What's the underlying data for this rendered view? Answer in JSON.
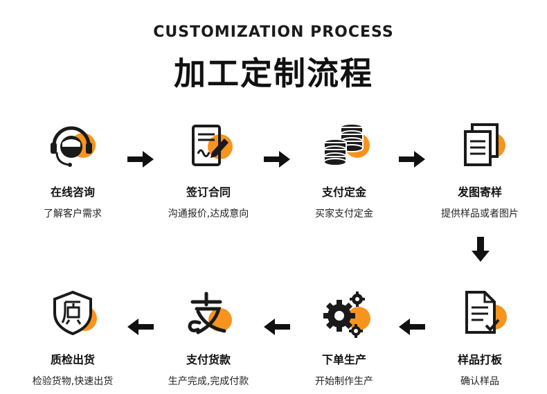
{
  "header": {
    "title_en": "CUSTOMIZATION PROCESS",
    "title_cn": "加工定制流程"
  },
  "colors": {
    "accent": "#F7941D",
    "ink": "#1A1A1A"
  },
  "steps": [
    {
      "name": "在线咨询",
      "desc": "了解客户需求",
      "icon": "headset-icon"
    },
    {
      "name": "签订合同",
      "desc": "沟通报价,达成意向",
      "icon": "contract-icon"
    },
    {
      "name": "支付定金",
      "desc": "买家支付定金",
      "icon": "coins-icon"
    },
    {
      "name": "发图寄样",
      "desc": "提供样品或者图片",
      "icon": "documents-icon"
    },
    {
      "name": "样品打板",
      "desc": "确认样品",
      "icon": "document-check-icon"
    },
    {
      "name": "下单生产",
      "desc": "开始制作生产",
      "icon": "gears-icon"
    },
    {
      "name": "支付货款",
      "desc": "生产完成,完成付款",
      "icon": "payment-icon"
    },
    {
      "name": "质检出货",
      "desc": "检验货物,快速出货",
      "icon": "quality-shield-icon"
    }
  ]
}
